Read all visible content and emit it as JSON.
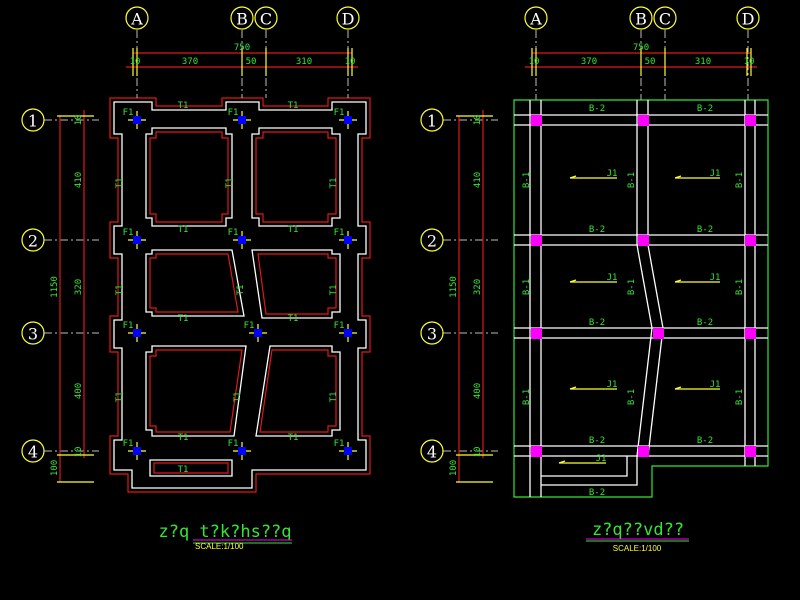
{
  "axes_columns": [
    "A",
    "B",
    "C",
    "D"
  ],
  "axes_rows": [
    "1",
    "2",
    "3",
    "4"
  ],
  "dimensions": {
    "top_total": "750",
    "top_segments": [
      "10",
      "370",
      "50",
      "310",
      "10"
    ],
    "left_total": "1150",
    "left_segments": [
      "10",
      "410",
      "320",
      "400",
      "10"
    ],
    "left_bottom": "100"
  },
  "labels": {
    "footing": "F1",
    "strip": "T1",
    "beam_x": "B-2",
    "beam_y": "B-1",
    "slab": "J1"
  },
  "left_drawing": {
    "title": "z?q t?k?hs??q",
    "scale": "SCALE:1/100"
  },
  "right_drawing": {
    "title": "z?q??vd??",
    "scale": "SCALE:1/100"
  },
  "colors": {
    "background": "#000000",
    "dimension": "#e01818",
    "text": "#33e633",
    "column": "#0000ff",
    "beam_column": "#ff00ff",
    "axis_bubble": "#ffff33"
  }
}
